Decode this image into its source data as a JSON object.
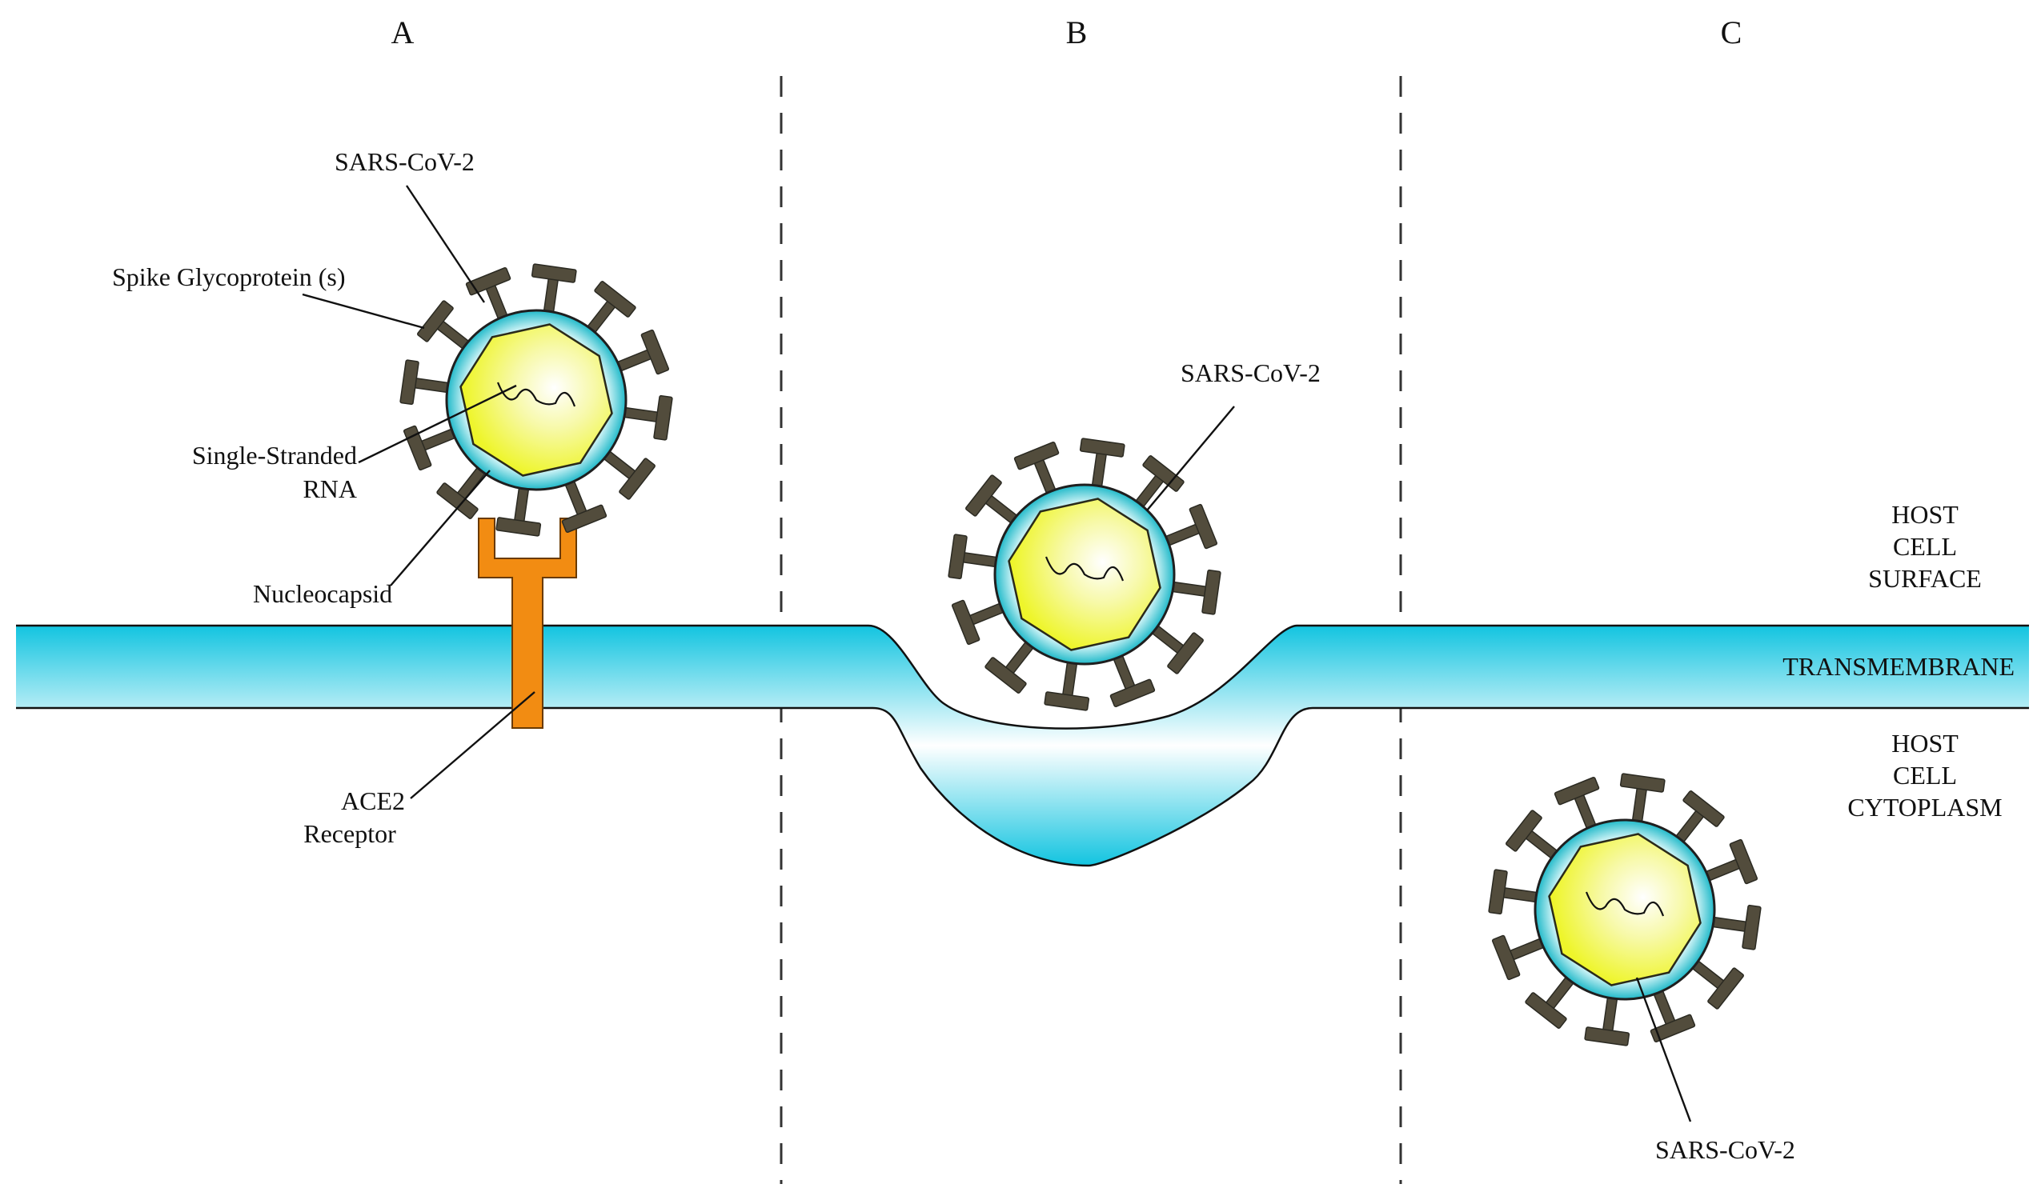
{
  "panels": {
    "a": "A",
    "b": "B",
    "c": "C"
  },
  "labels": {
    "sars_a": "SARS-CoV-2",
    "spike": "Spike Glycoprotein (s)",
    "rna_line1": "Single-Stranded",
    "rna_line2": "RNA",
    "nucleocapsid": "Nucleocapsid",
    "ace2_line1": "ACE2",
    "ace2_line2": "Receptor",
    "sars_b": "SARS-CoV-2",
    "sars_c": "SARS-CoV-2",
    "surface_line1": "HOST",
    "surface_line2": "CELL",
    "surface_line3": "SURFACE",
    "transmembrane": "TRANSMEMBRANE",
    "cytoplasm_line1": "HOST",
    "cytoplasm_line2": "CELL",
    "cytoplasm_line3": "CYTOPLASM"
  },
  "colors": {
    "membrane": "#12c4e0",
    "envelope": "#2cc3cf",
    "capsid": "#f5f53a",
    "spike": "#524c3c",
    "receptor": "#f28c12"
  }
}
